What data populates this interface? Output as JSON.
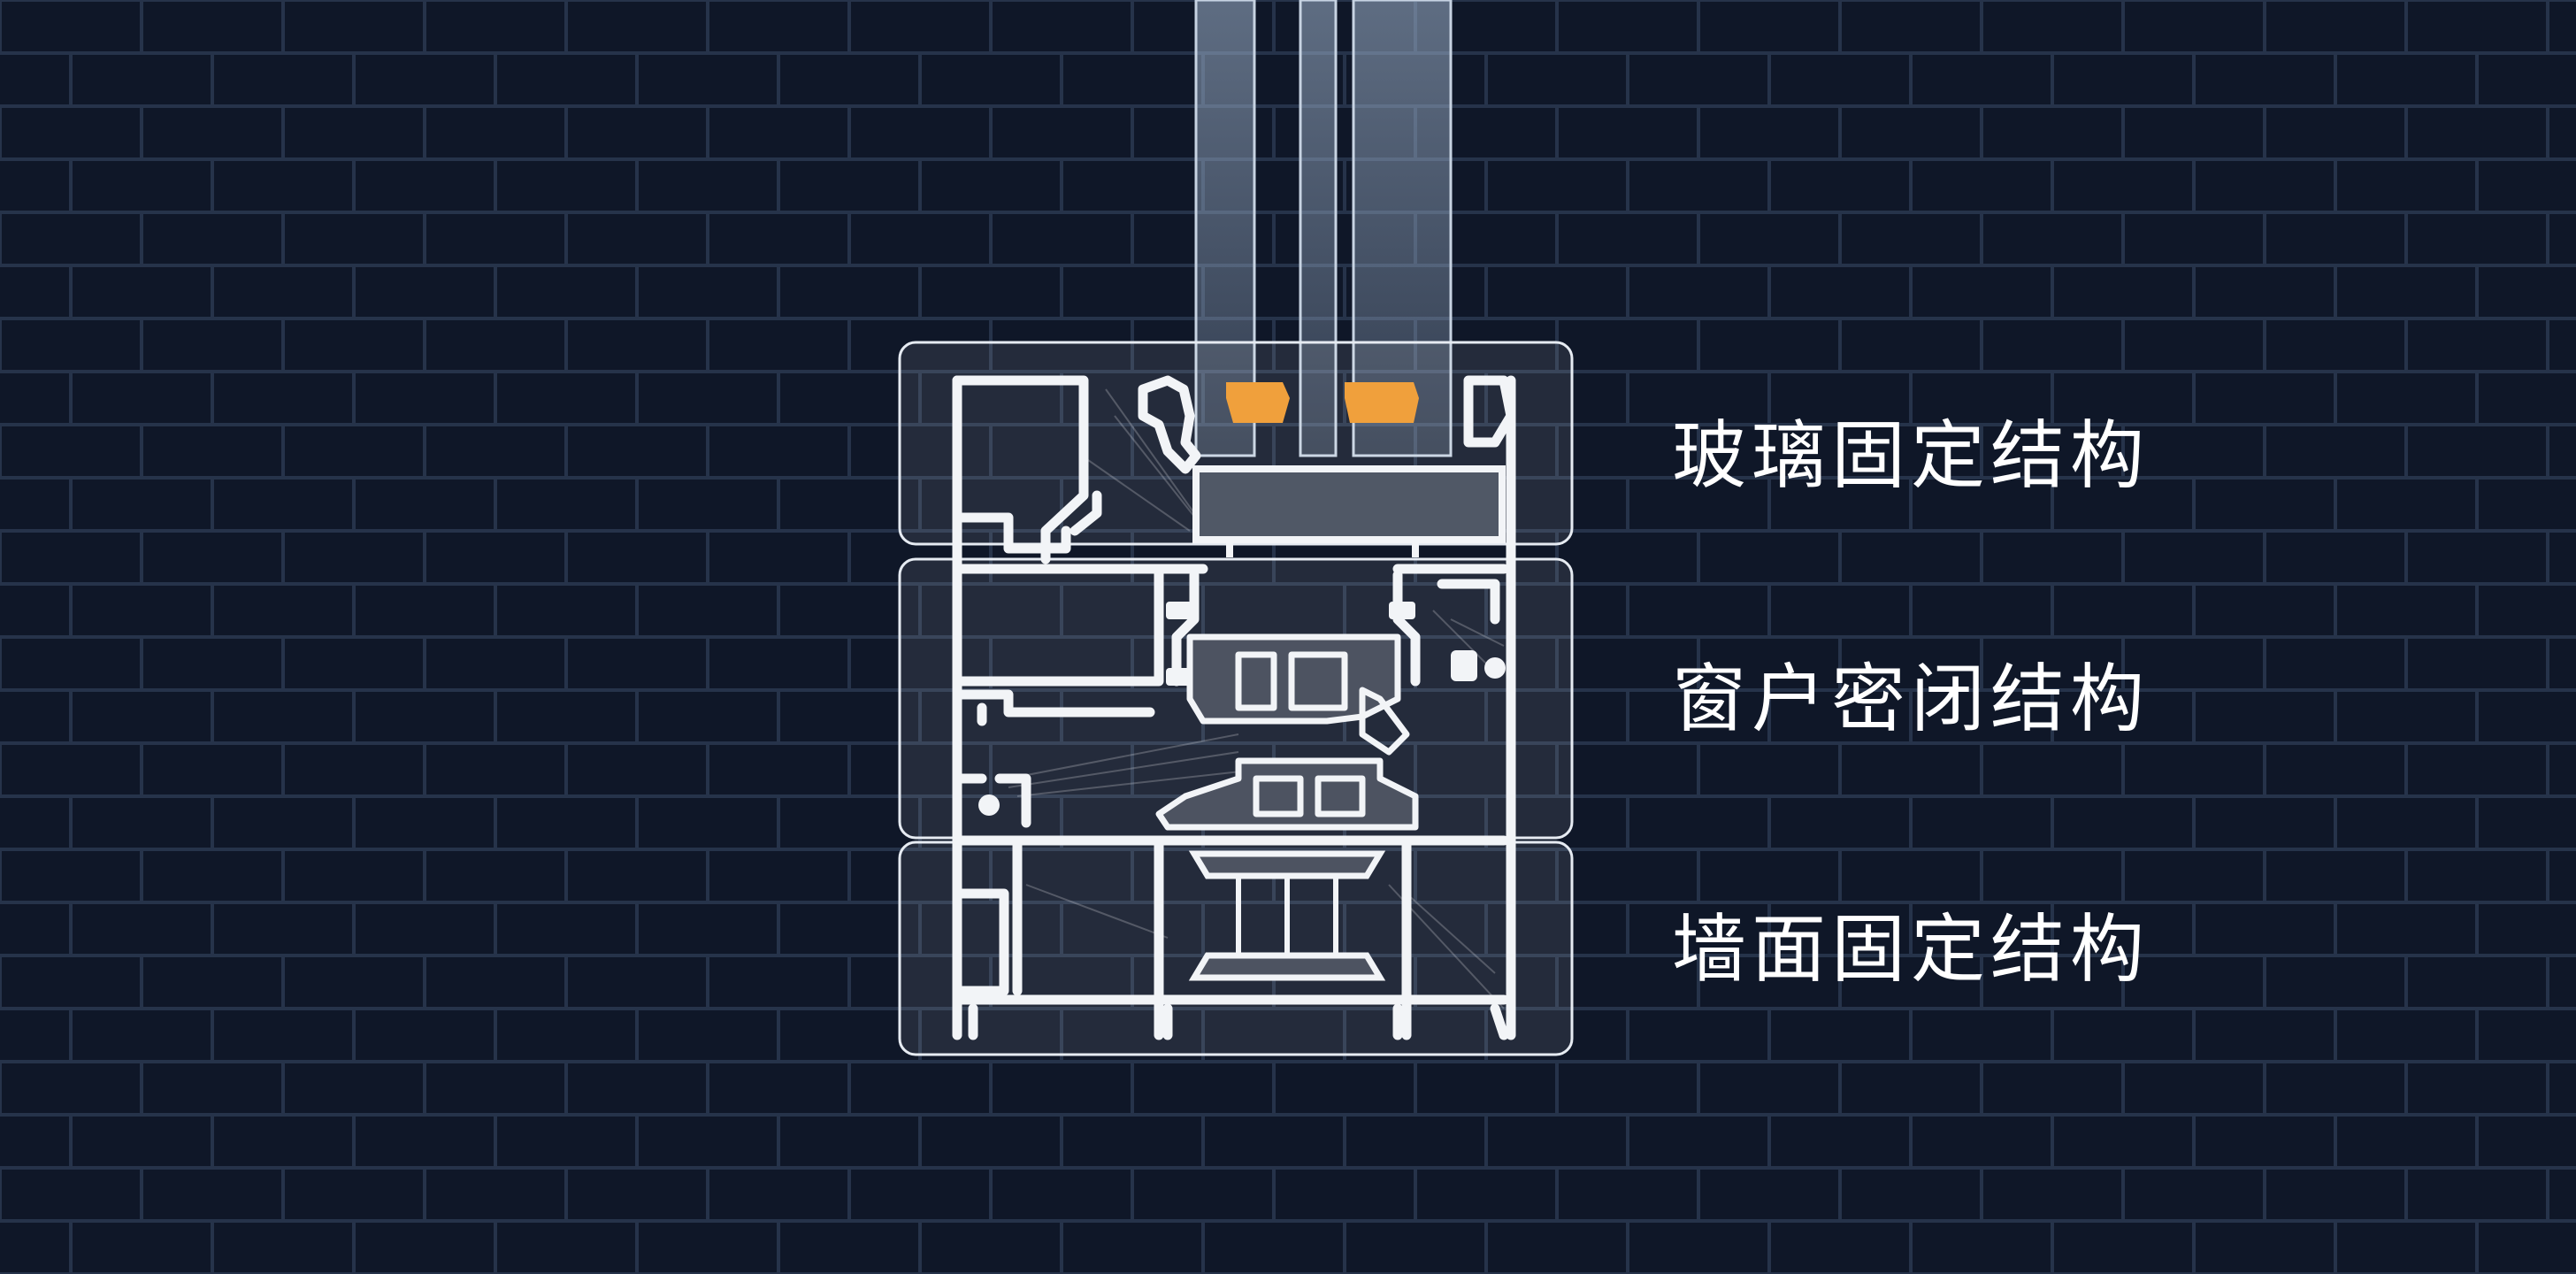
{
  "labels": {
    "glass_fixing": "玻璃固定结构",
    "window_sealing": "窗户密闭结构",
    "wall_fixing": "墙面固定结构"
  },
  "colors": {
    "background": "#0f1728",
    "brick_line": "#26334a",
    "profile": "#f2f4f7",
    "glass": "#9fb3cc",
    "spacer": "#f0a03c",
    "panel_border": "#e6ebf2",
    "label_text": "#ffffff"
  }
}
